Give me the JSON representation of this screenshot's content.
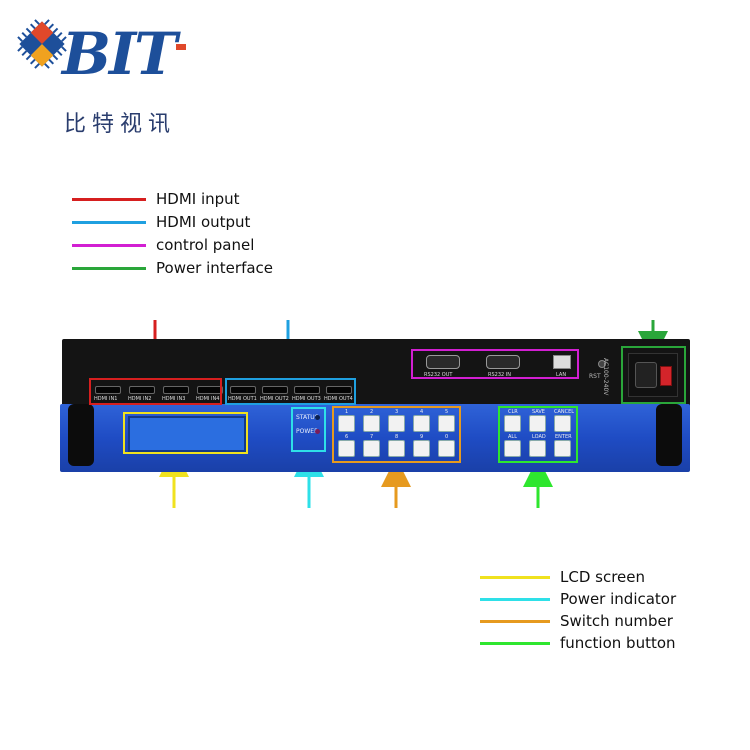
{
  "logo": {
    "text": "BIT",
    "subtitle": "比特视讯"
  },
  "legend_top": [
    {
      "label": "HDMI input",
      "color": "#d61f1f"
    },
    {
      "label": "HDMI output",
      "color": "#1fa0e0"
    },
    {
      "label": "control panel",
      "color": "#d21fd2"
    },
    {
      "label": "Power interface",
      "color": "#2aa63a"
    }
  ],
  "legend_bottom": [
    {
      "label": "LCD screen",
      "color": "#f0e21f"
    },
    {
      "label": "Power indicator",
      "color": "#2ee0e8"
    },
    {
      "label": "Switch number",
      "color": "#e69a1f"
    },
    {
      "label": "function button",
      "color": "#2ee62e"
    }
  ],
  "device": {
    "hdmi_inputs": [
      "HDMI IN1",
      "HDMI IN2",
      "HDMI IN3",
      "HDMI IN4"
    ],
    "hdmi_outputs": [
      "HDMI OUT1",
      "HDMI OUT2",
      "HDMI OUT3",
      "HDMI OUT4"
    ],
    "control_ports": [
      "RS232 OUT",
      "RS232 IN",
      "LAN"
    ],
    "reset_label": "RST",
    "power_label": "AC100-240V",
    "indicators": [
      "STATUS",
      "POWER"
    ],
    "switch_numbers": [
      "1",
      "2",
      "3",
      "4",
      "5",
      "6",
      "7",
      "8",
      "9",
      "0"
    ],
    "function_buttons": [
      "CLR",
      "SAVE",
      "CANCEL",
      "ALL",
      "LOAD",
      "ENTER"
    ]
  }
}
